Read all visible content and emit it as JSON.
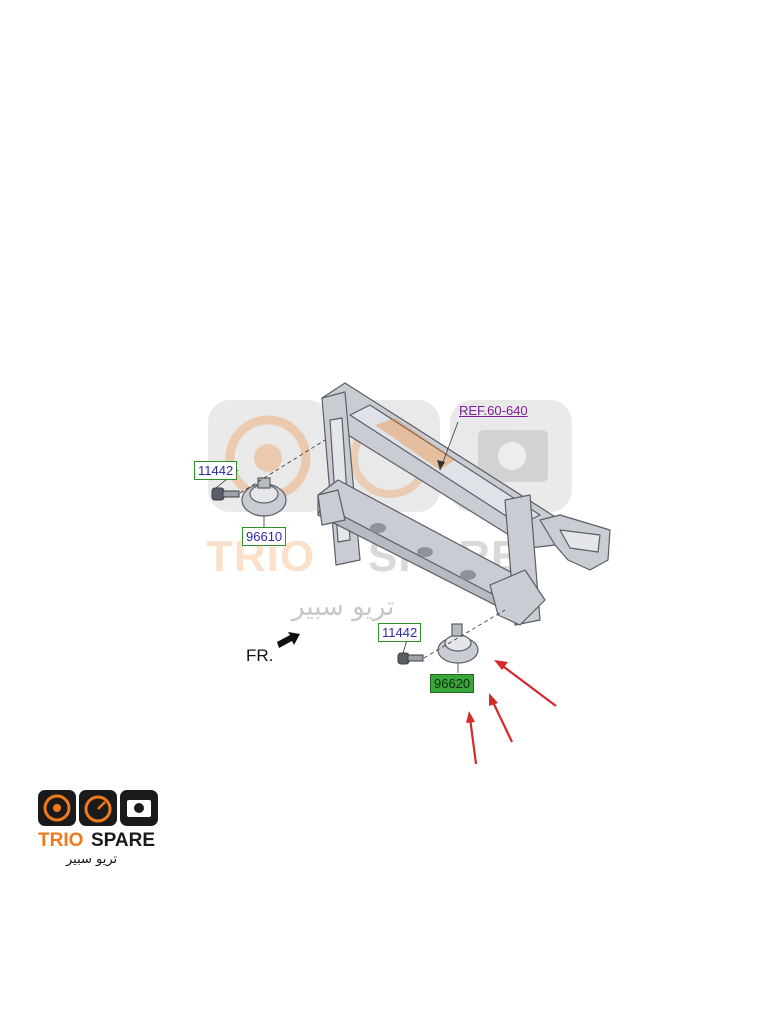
{
  "labels": {
    "ref": "REF.60-640",
    "bolt_left": "11442",
    "horn_left": "96610",
    "bolt_right": "11442",
    "horn_right": "96620",
    "front": "FR."
  },
  "watermark": {
    "trio": "TRIO",
    "spare": "SPARE",
    "arabic": "تريو سبير"
  },
  "logo": {
    "trio": "TRIO",
    "spare": "SPARE",
    "arabic": "تريو سبير",
    "icons": [
      "brake-disc-icon",
      "speedometer-icon",
      "engine-icon"
    ]
  },
  "colors": {
    "label_border": "#2f8f2f",
    "label_text": "#2a2aa8",
    "ref_text": "#7a1f9a",
    "highlight": "#3aa63a",
    "arrow": "#d42a2a",
    "brand_orange": "#f07a1a",
    "brand_dark": "#1a1a1a"
  }
}
